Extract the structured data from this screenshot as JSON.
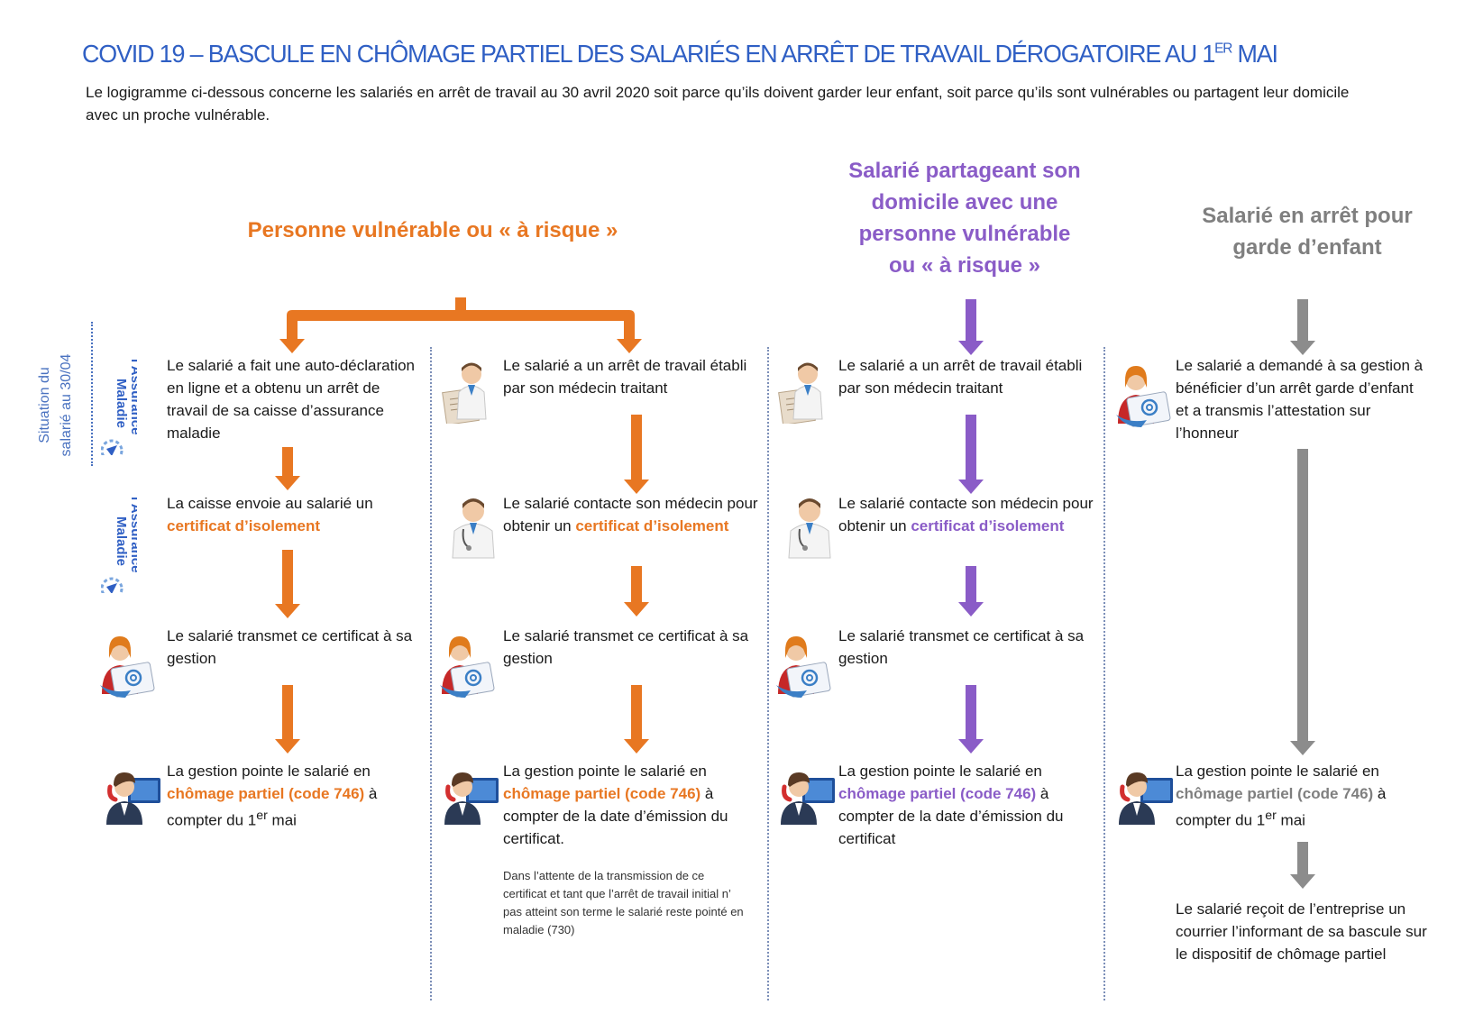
{
  "title": {
    "main": "COVID 19 – BASCULE EN CHÔMAGE PARTIEL DES SALARIÉS EN ARRÊT DE TRAVAIL DÉROGATOIRE AU 1",
    "sup": "ER",
    "end": " MAI"
  },
  "intro": "Le logigramme ci-dessous concerne les salariés en arrêt de travail au 30 avril 2020 soit parce qu’ils doivent garder leur enfant, soit parce qu’ils sont vulnérables ou partagent leur domicile avec un proche vulnérable.",
  "headers": {
    "vulnerable": "Personne vulnérable ou « à risque »",
    "sharing": [
      "Salarié partageant son",
      "domicile avec une",
      "personne vulnérable",
      "ou « à risque »"
    ],
    "childcare": [
      "Salarié en arrêt pour",
      "garde d’enfant"
    ]
  },
  "side_label": [
    "Situation du",
    "salarié au 30/04"
  ],
  "logo_text": [
    "l'Assurance",
    "Maladie"
  ],
  "colors": {
    "orange": "#e87722",
    "purple": "#8a5cc7",
    "gray": "#7f7f7f",
    "title_blue": "#2f5fc4"
  },
  "columns": {
    "col1": {
      "s1": "Le salarié a fait une auto-déclaration en ligne et a obtenu un arrêt de travail de sa caisse d’assurance maladie",
      "s2_pre": "La caisse envoie au salarié un ",
      "s2_hl": "certificat d’isolement",
      "s3": "Le salarié transmet ce certificat à sa gestion",
      "s4_pre": "La gestion pointe le salarié en ",
      "s4_hl": "chômage partiel (code 746)",
      "s4_post": " à compter du 1",
      "s4_sup": "er",
      "s4_end": " mai"
    },
    "col2": {
      "s1": "Le salarié a un arrêt de travail établi par son médecin traitant",
      "s2_pre": "Le salarié contacte son médecin pour obtenir un ",
      "s2_hl": "certificat d’isolement",
      "s3": "Le salarié transmet ce certificat à sa gestion",
      "s4_pre": "La gestion pointe le salarié en ",
      "s4_hl": "chômage partiel (code 746)",
      "s4_post": " à compter de la date d’émission du certificat.",
      "note": "Dans l’attente de la transmission de ce certificat et tant que l’arrêt de travail initial n’ pas atteint son terme le salarié reste pointé en maladie (730)"
    },
    "col3": {
      "s1": "Le salarié a un arrêt de travail établi par son médecin traitant",
      "s2_pre": "Le salarié contacte son médecin pour obtenir un ",
      "s2_hl": "certificat d’isolement",
      "s3": "Le salarié transmet ce certificat à sa gestion",
      "s4_pre": "La gestion pointe le salarié en ",
      "s4_hl": "chômage partiel (code 746)",
      "s4_post": " à compter de la date d’émission du certificat"
    },
    "col4": {
      "s1": "Le salarié a demandé à sa gestion à bénéficier d’un arrêt garde d’enfant et a transmis l’attestation sur l’honneur",
      "s4_pre": "La gestion pointe le salarié en ",
      "s4_hl": "chômage partiel (code 746)",
      "s4_post": " à compter du 1",
      "s4_sup": "er",
      "s4_end": " mai",
      "s5": "Le salarié reçoit de l’entreprise un courrier l’informant de sa bascule sur le dispositif de chômage partiel"
    }
  }
}
